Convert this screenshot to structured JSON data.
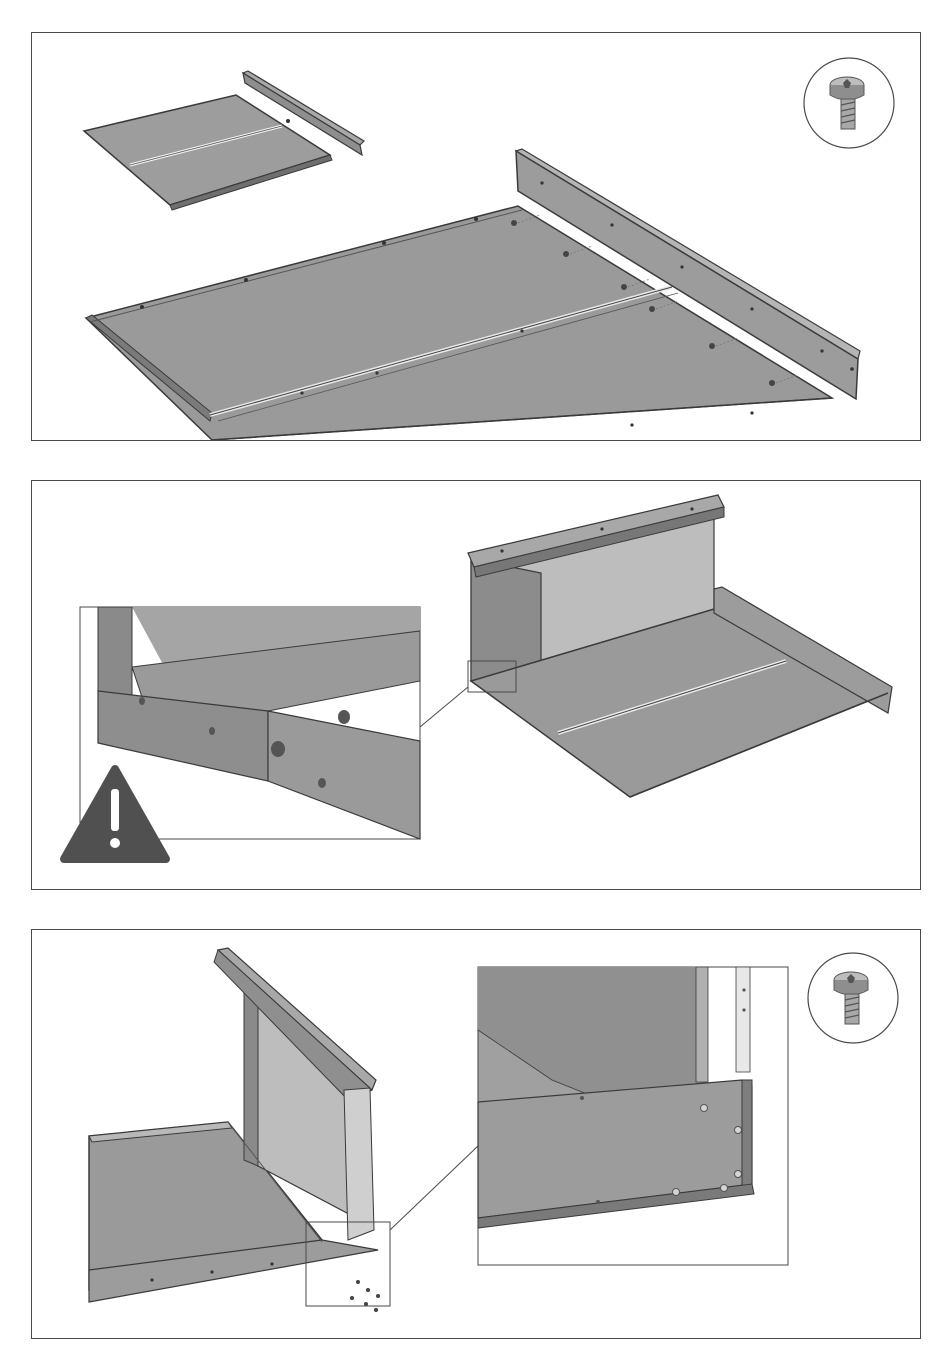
{
  "document": {
    "type": "assembly-instructions-page",
    "steps": [
      {
        "id": "step-1",
        "callout_icon": "torx-screw-icon"
      },
      {
        "id": "step-2",
        "callout_icon": "warning-icon"
      },
      {
        "id": "step-3",
        "callout_icon": "torx-screw-icon"
      }
    ]
  },
  "colors": {
    "border": "#4a4a4a",
    "panel_fill": "#9a9a9a",
    "panel_fill_light": "#bdbdbd",
    "panel_fill_dark": "#7c7c7c",
    "edge": "#3a3a3a",
    "warning": "#505050"
  }
}
